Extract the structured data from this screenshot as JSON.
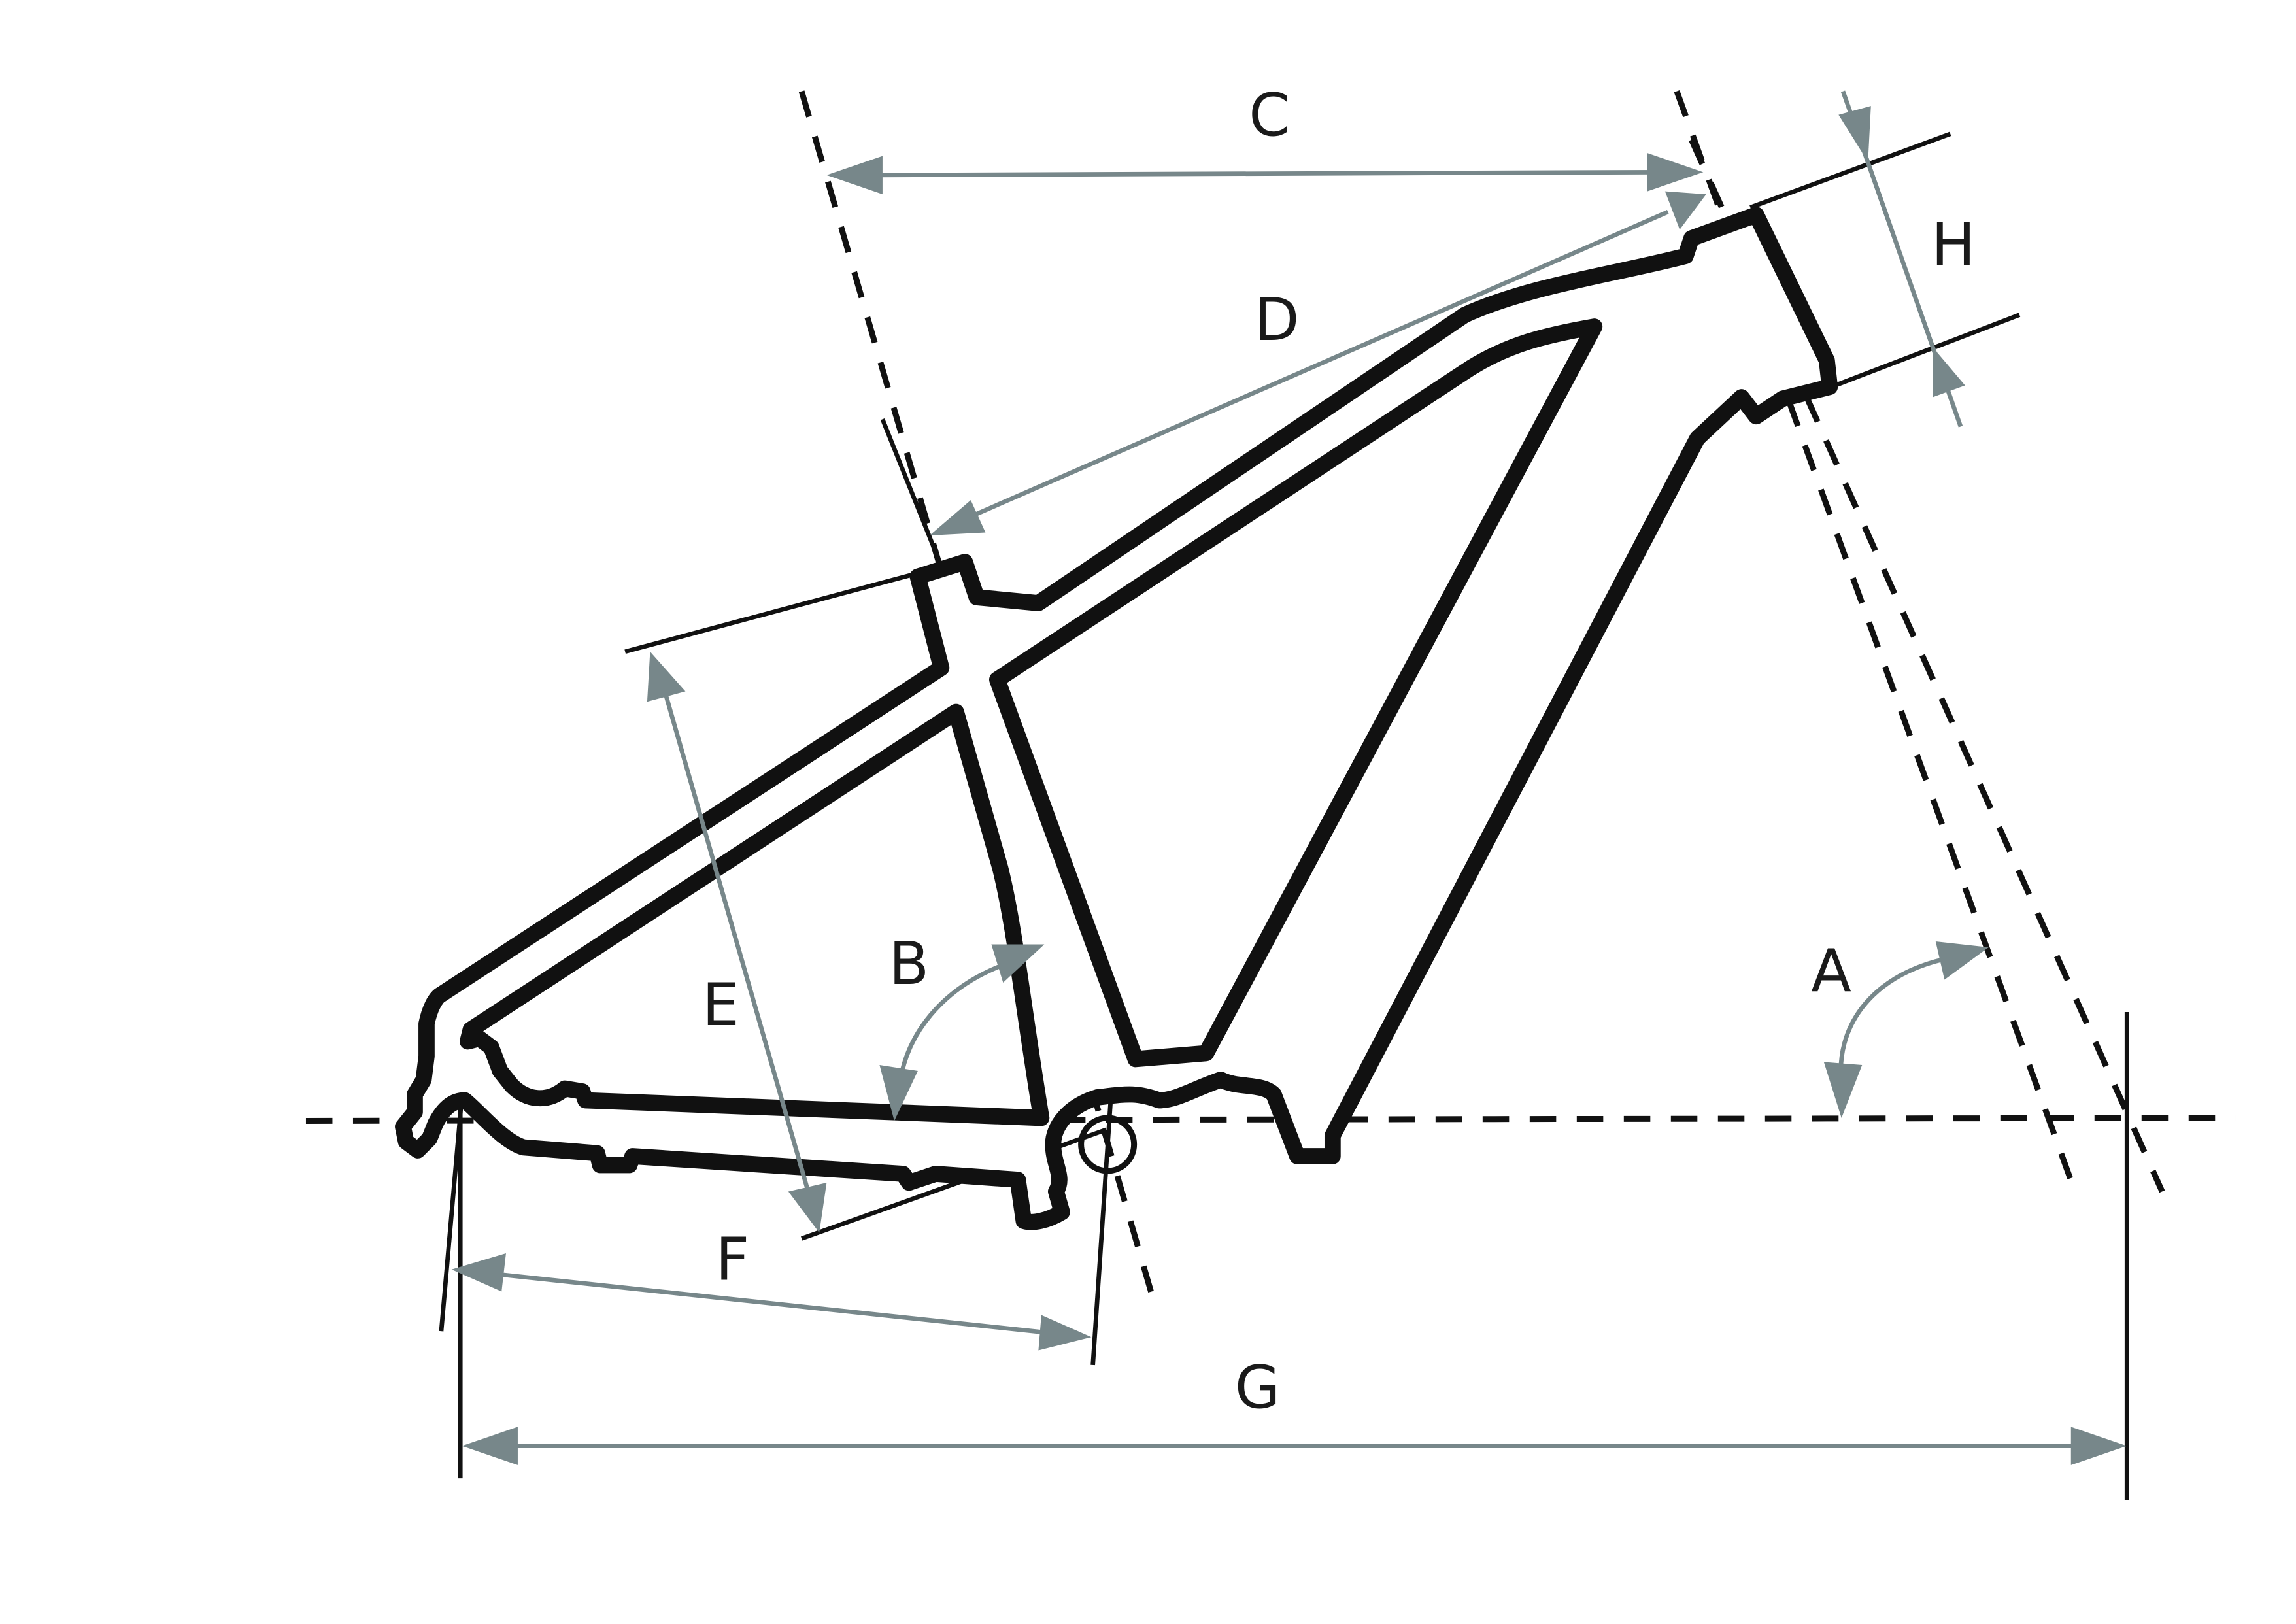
{
  "diagram": {
    "labels": {
      "a": "A",
      "b": "B",
      "c": "C",
      "d": "D",
      "e": "E",
      "f": "F",
      "g": "G",
      "h": "H"
    },
    "colors": {
      "dimension": "#77878a",
      "frame_outline": "#111111",
      "battery": "#b6b6b6",
      "background": "#ffffff"
    }
  }
}
